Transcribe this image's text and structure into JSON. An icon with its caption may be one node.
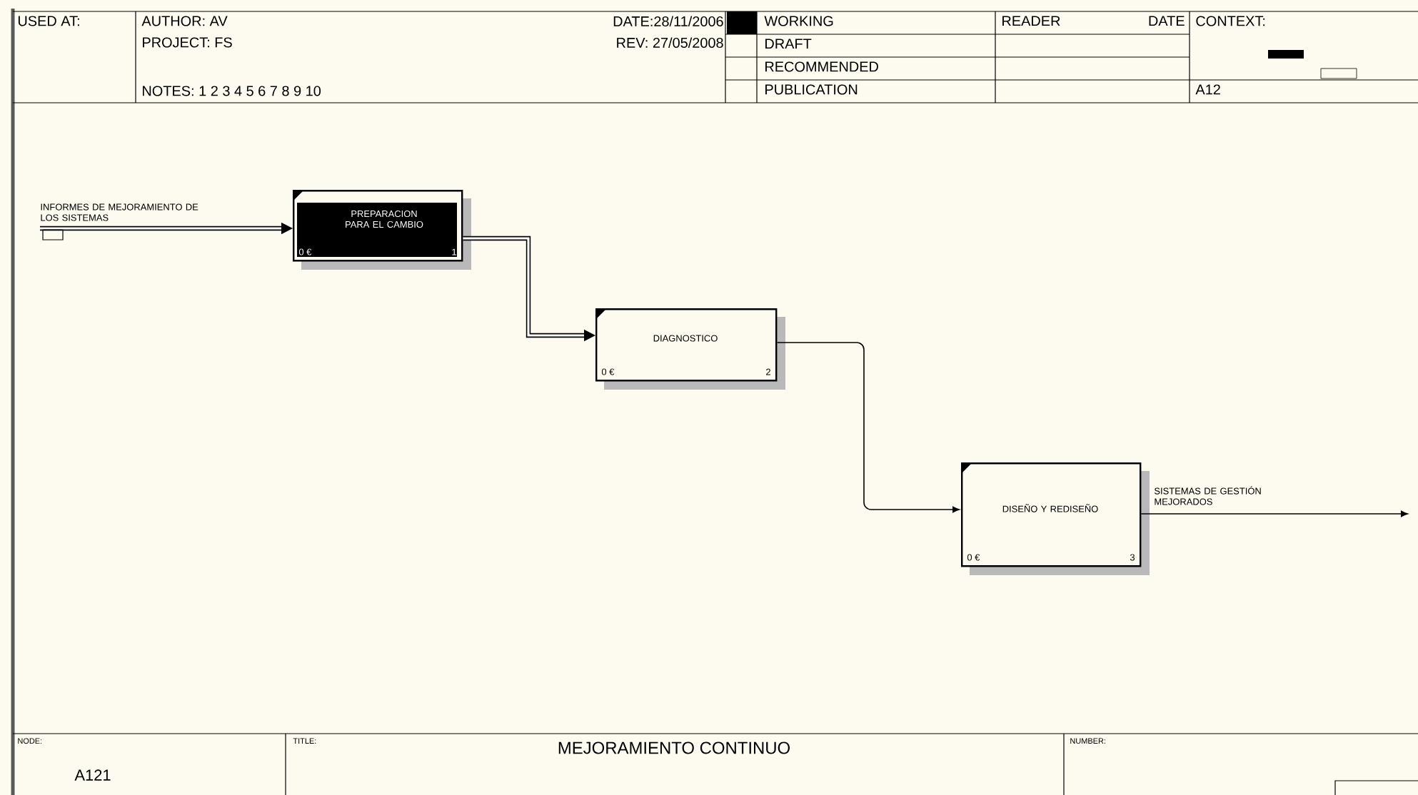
{
  "diagram": {
    "title": "MEJORAMIENTO CONTINUO",
    "nodes": [
      {
        "text": [
          "PREPARACION PARA EL CAMBIO",
          "0 €",
          "1"
        ]
      },
      {
        "text": [
          "DIAGNOSTICO",
          "0 €",
          "2"
        ]
      },
      {
        "text": [
          "DISEÑO Y REDISEÑO",
          "0 €",
          "3"
        ]
      }
    ],
    "edges": [
      {
        "from": null,
        "to": 0,
        "arrow": "to",
        "style": "thick",
        "label": "INFORMES DE MEJORAMIENTO DE LOS SISTEMAS"
      },
      {
        "from": 0,
        "to": 1,
        "arrow": "to",
        "style": "thick"
      },
      {
        "from": 1,
        "to": 2,
        "arrow": "to"
      },
      {
        "from": 2,
        "to": null,
        "arrow": "to",
        "label": "SISTEMAS DE GESTIÓN MEJORADOS"
      }
    ],
    "labels": [
      "USED AT:",
      "AUTHOR: AV",
      "DATE:28/11/2006",
      "WORKING",
      "READER",
      "DATE",
      "CONTEXT:",
      "PROJECT: FS",
      "REV: 27/05/2008",
      "DRAFT",
      "RECOMMENDED",
      "NOTES: 1 2 3 4 5 6 7 8 9 10",
      "PUBLICATION",
      "A12",
      "NODE:",
      "TITLE:",
      "NUMBER:",
      "A121"
    ]
  }
}
